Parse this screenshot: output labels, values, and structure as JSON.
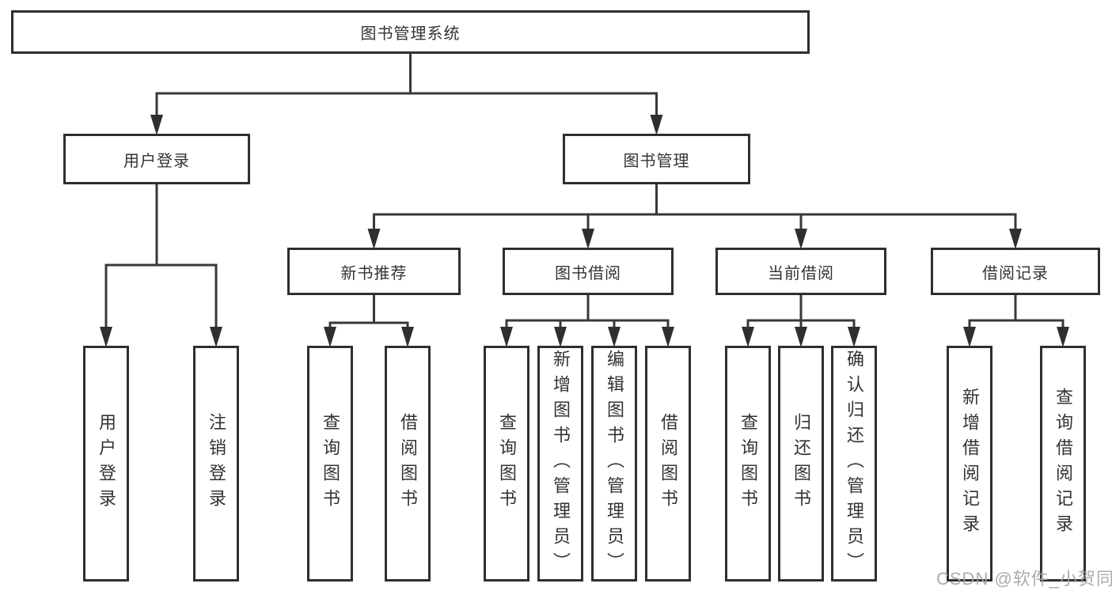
{
  "tree": {
    "root": "图书管理系统",
    "level2": [
      "用户登录",
      "图书管理"
    ],
    "level3": [
      "新书推荐",
      "图书借阅",
      "当前借阅",
      "借阅记录"
    ],
    "leaves": {
      "user_login": [
        "用户登录",
        "注销登录"
      ],
      "new_book": [
        "查询图书",
        "借阅图书"
      ],
      "book_borrow": [
        "查询图书",
        "新增图书（管理员）",
        "编辑图书（管理员）",
        "借阅图书"
      ],
      "current_borrow": [
        "查询图书",
        "归还图书",
        "确认归还（管理员）"
      ],
      "borrow_records": [
        "新增借阅记录",
        "查询借阅记录"
      ]
    }
  },
  "watermark": "CSDN @软件_小贺同学",
  "colors": {
    "line": "#383838",
    "arrow": "#2f2f2f",
    "box_border": "#2f2f2f",
    "text": "#333333",
    "watermark": "#9ea3a9"
  }
}
